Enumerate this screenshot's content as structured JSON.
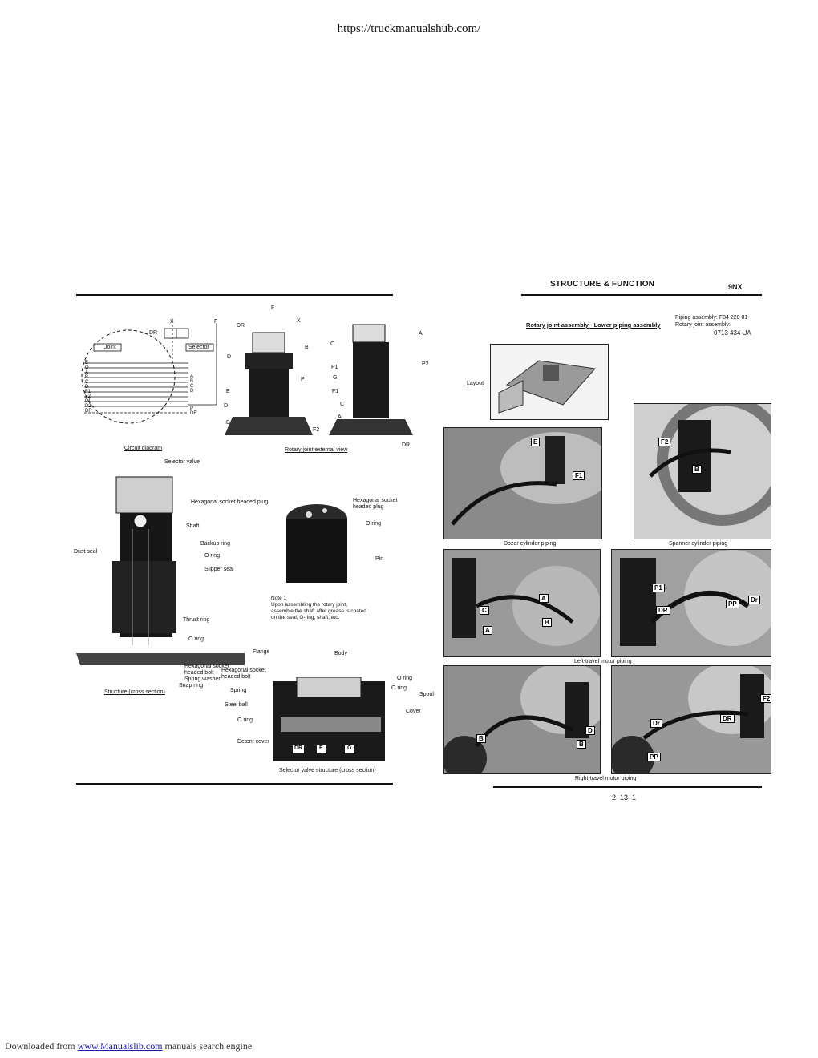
{
  "top_url": "https://truckmanualshub.com/",
  "footer": {
    "prefix": "Downloaded from ",
    "link": "www.Manualslib.com",
    "suffix": " manuals search engine"
  },
  "header": {
    "title": "STRUCTURE & FUNCTION",
    "code": "9NX"
  },
  "assembly": {
    "heading": "Rotary joint assembly · Lower piping assembly",
    "piping_line": "Piping assembly: F34 220 01",
    "rotary_line": "Rotary joint assembly:",
    "rotary_number": "0713 434 UA"
  },
  "circuit": {
    "caption": "Circuit diagram",
    "joint_label": "Joint",
    "selector_label": "Selector",
    "left_ports": [
      "E",
      "G",
      "A",
      "B",
      "C",
      "D",
      "F1",
      "F2",
      "P1",
      "P2",
      "DR"
    ],
    "right_ports": [
      "A",
      "B",
      "C",
      "D",
      "P",
      "DR"
    ],
    "top_labels": [
      "DR",
      "X",
      "F"
    ]
  },
  "external_view": {
    "caption": "Rotary joint external view",
    "labels_left": [
      "F",
      "X",
      "DR",
      "B",
      "D",
      "P",
      "E",
      "D",
      "B",
      "F2"
    ],
    "labels_right": [
      "A",
      "C",
      "P2",
      "P1",
      "G",
      "F1",
      "C",
      "A",
      "DR"
    ]
  },
  "structure": {
    "caption": "Structure (cross section)",
    "labels": {
      "selector_valve": "Selector valve",
      "hex_plug": "Hexagonal socket headed plug",
      "shaft": "Shaft",
      "backup_ring": "Backup ring",
      "dust_seal": "Dust seal",
      "o_ring": "O ring",
      "slipper_seal": "Slipper seal",
      "thrust_ring": "Thrust ring",
      "o_ring2": "O ring",
      "flange": "Flange",
      "hex_bolt": "Hexagonal socket",
      "hex_bolt2": "headed bolt",
      "spring_washer": "Spring washer",
      "snap_ring": "Snap ring"
    }
  },
  "detail": {
    "hex_plug": "Hexagonal socket",
    "hex_plug2": "headed plug",
    "o_ring": "O ring",
    "pin": "Pin"
  },
  "note": {
    "title": "Note 1",
    "line1": "Upon assembling the rotary joint,",
    "line2": "assemble the shaft after grease is coated",
    "line3": "on the seal, O-ring, shaft, etc."
  },
  "selector_structure": {
    "caption": "Selector valve structure (cross section)",
    "labels": {
      "body": "Body",
      "hex_bolt": "Hexagonal socket",
      "hex_bolt2": "headed bolt",
      "spring": "Spring",
      "steel_ball": "Steel ball",
      "o_ring": "O ring",
      "detent_cover": "Detent cover",
      "o_ring_r1": "O ring",
      "o_ring_r2": "O ring",
      "spool": "Spool",
      "cover": "Cover"
    },
    "port_tags": [
      "DR",
      "E",
      "G"
    ]
  },
  "right_panel": {
    "layout_label": "Layout",
    "photos": [
      {
        "caption": "Dozer cylinder piping",
        "tags": [
          "E",
          "F1"
        ]
      },
      {
        "caption": "Spanner cylinder piping",
        "tags": [
          "F2",
          "B"
        ]
      },
      {
        "caption": "",
        "tags": [
          "C",
          "A",
          "A",
          "B"
        ]
      },
      {
        "caption": "",
        "tags": [
          "P1",
          "DR",
          "PP",
          "Dr"
        ]
      },
      {
        "caption": "",
        "tags": [
          "B",
          "D",
          "B"
        ]
      },
      {
        "caption": "",
        "tags": [
          "Dr",
          "F2",
          "DR",
          "PP"
        ]
      }
    ],
    "left_travel": "Left-travel motor piping",
    "right_travel": "Right-travel motor piping",
    "page_number": "2–13–1"
  },
  "colors": {
    "ink": "#111111",
    "photo_dark": "#3a3a3a",
    "photo_mid": "#8a8a8a",
    "link": "#1a1aa6"
  }
}
